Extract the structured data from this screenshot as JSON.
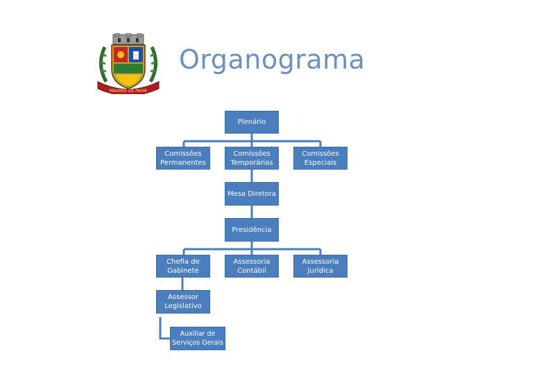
{
  "title": "Organograma",
  "colors": {
    "box": "#4a7ebf",
    "line": "#4a7ebf",
    "title": "#6b8fbf"
  },
  "crest": {
    "icon": "municipal-coat-of-arms",
    "banner_text": "MAXIMO DE PAIVA"
  },
  "nodes": {
    "plenario": "Plenário",
    "comissoes_permanentes": "Comissões\nPermanentes",
    "comissoes_temporarias": "Comissões\nTemporárias",
    "comissoes_especiais": "Comissões\nEspeciais",
    "mesa_diretora": "Mesa Diretora",
    "presidencia": "Presidência",
    "chefia_de_gabinete": "Chefia de\nGabinete",
    "assessoria_contabil": "Assessoria\nContábil",
    "assessoria_juridica": "Assessoria\nJurídica",
    "assessor_legislativo": "Assessor\nLegislativo",
    "auxiliar_servicos_gerais": "Auxiliar de\nServiços Gerais"
  }
}
